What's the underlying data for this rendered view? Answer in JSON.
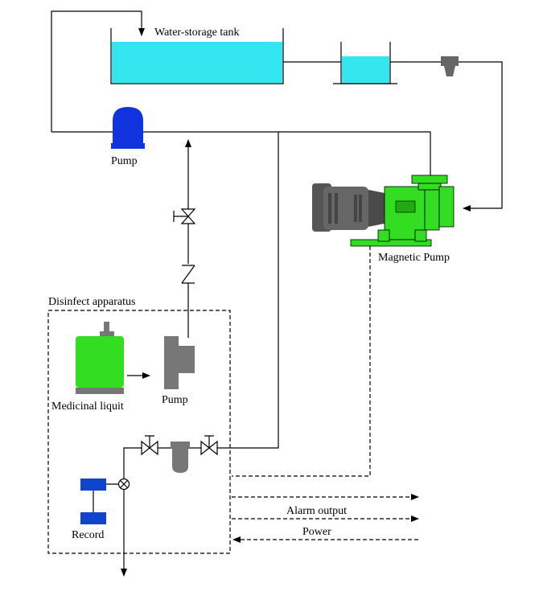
{
  "labels": {
    "tank": "Water-storage tank",
    "pump_top": "Pump",
    "magnetic_pump": "Magnetic Pump",
    "disinfect": "Disinfect apparatus",
    "medicinal": "Medicinal liquit",
    "pump_inner": "Pump",
    "record": "Record",
    "alarm": "Alarm output",
    "power": "Power"
  },
  "colors": {
    "water": "#33e6f0",
    "pump_blue": "#1133dd",
    "record_blue": "#1144cc",
    "green": "#33dd22",
    "gray": "#777777",
    "motor_gray": "#555555"
  },
  "icons": {
    "flow_arrows": "arrow-icon",
    "valves": "gate-valve-icon",
    "check_valve": "check-valve-icon",
    "sensor": "sensor-icon",
    "flow_meter": "flow-meter-icon"
  }
}
